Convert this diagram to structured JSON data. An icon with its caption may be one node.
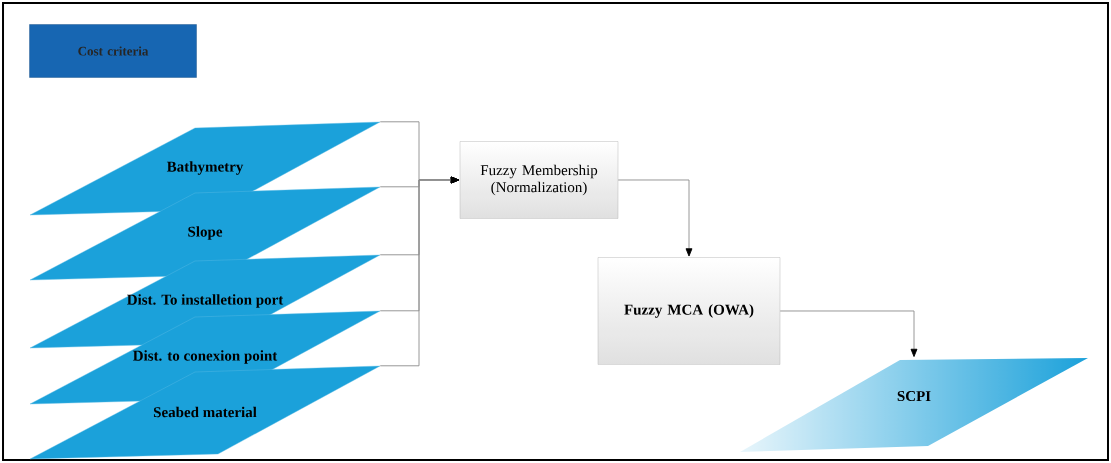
{
  "diagram": {
    "nodes": [
      {
        "text": [
          "Cost criteria"
        ]
      },
      {
        "text": [
          "Bathymetry"
        ]
      },
      {
        "text": [
          "Slope"
        ]
      },
      {
        "text": [
          "Dist. To installetion port"
        ]
      },
      {
        "text": [
          "Dist. to conexion point"
        ]
      },
      {
        "text": [
          "Seabed material"
        ]
      },
      {
        "text": [
          "Fuzzy Membership (Normalization)"
        ]
      },
      {
        "text": [
          "Fuzzy MCA (OWA)"
        ]
      },
      {
        "text": [
          "SCPI"
        ]
      }
    ],
    "edges": [
      {
        "from": 1,
        "to": 6,
        "arrow": "to"
      },
      {
        "from": 2,
        "to": 6,
        "arrow": "to"
      },
      {
        "from": 3,
        "to": 6,
        "arrow": "to"
      },
      {
        "from": 4,
        "to": 6,
        "arrow": "to"
      },
      {
        "from": 5,
        "to": 6,
        "arrow": "to"
      },
      {
        "from": 6,
        "to": 7,
        "arrow": "to"
      },
      {
        "from": 7,
        "to": 8,
        "arrow": "to"
      }
    ]
  }
}
